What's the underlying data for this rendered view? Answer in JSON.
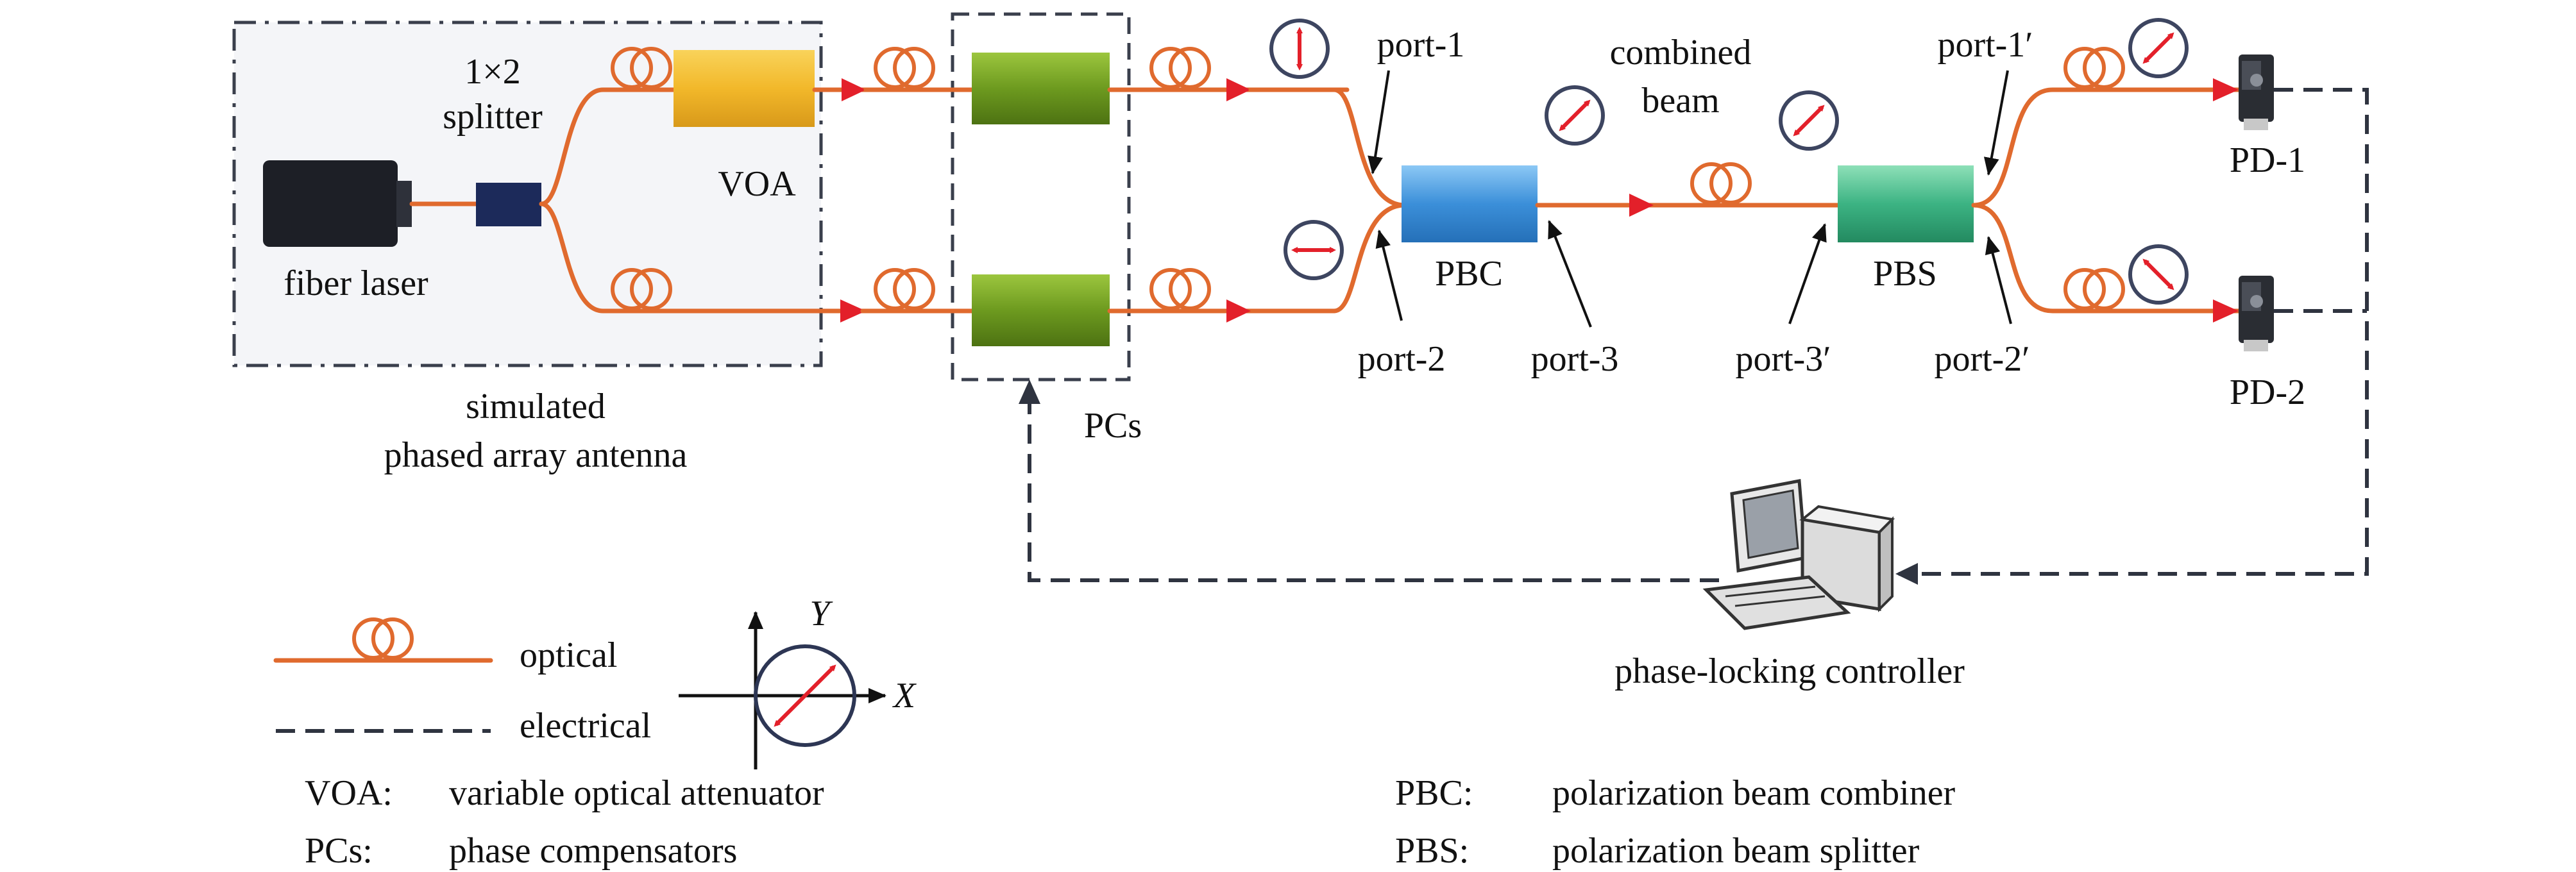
{
  "colors": {
    "fiber": "#e06a2e",
    "arrow": "#e3202a",
    "electrical": "#2f3440",
    "voa": "#f2b82a",
    "pc": "#6d9a1f",
    "pbc": "#3b8fd9",
    "pbs": "#3cb383",
    "splitter": "#1c2a5a",
    "laser": "#1d1f26"
  },
  "icons": {
    "pd": "photodetector-icon",
    "computer": "computer-icon",
    "laser": "fiber-laser-icon"
  },
  "labels": {
    "splitter_1": "1×2",
    "splitter_2": "splitter",
    "voa": "VOA",
    "fiber_laser": "fiber laser",
    "simulated_1": "simulated",
    "simulated_2": "phased array antenna",
    "pcs": "PCs",
    "port_1": "port-1",
    "port_2": "port-2",
    "port_3": "port-3",
    "combined_1": "combined",
    "combined_2": "beam",
    "pbc": "PBC",
    "pbs": "PBS",
    "port_1p": "port-1′",
    "port_2p": "port-2′",
    "port_3p": "port-3′",
    "pd_1": "PD-1",
    "pd_2": "PD-2",
    "controller": "phase-locking controller"
  },
  "legend": {
    "optical": "optical",
    "electrical": "electrical",
    "axis_x": "X",
    "axis_y": "Y",
    "defs": [
      {
        "abbr": "VOA:",
        "text": "variable optical attenuator"
      },
      {
        "abbr": "PCs:",
        "text": "phase compensators"
      },
      {
        "abbr": "PBC:",
        "text": "polarization beam combiner"
      },
      {
        "abbr": "PBS:",
        "text": "polarization beam splitter"
      }
    ]
  }
}
